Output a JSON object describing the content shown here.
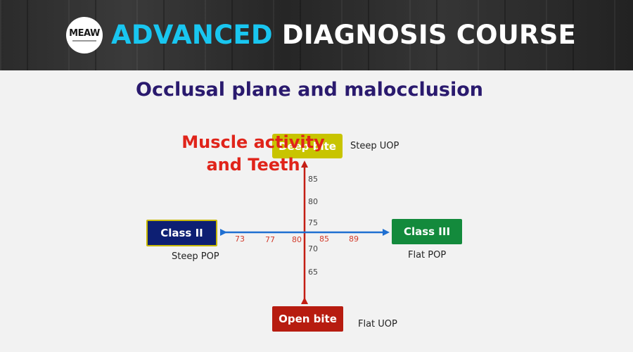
{
  "header": {
    "logo_text": "MEAW",
    "title_accent": "ADVANCED",
    "title_rest": " DIAGNOSIS COURSE"
  },
  "slide": {
    "title": "Occlusal plane and malocclusion",
    "overlay_line1": "Muscle activity",
    "overlay_line2": "and Teeth"
  },
  "boxes": {
    "deep_bite": "Deep bite",
    "open_bite": "Open bite",
    "class2": "Class II",
    "class3": "Class III"
  },
  "labels": {
    "steep_uop": "Steep UOP",
    "flat_uop": "Flat UOP",
    "steep_pop": "Steep POP",
    "flat_pop": "Flat POP"
  },
  "vertical_ticks": [
    "85",
    "80",
    "75",
    "70",
    "65"
  ],
  "horizontal_ticks": [
    "73",
    "77",
    "80",
    "85",
    "89"
  ],
  "colors": {
    "accent": "#19c6f0",
    "title": "#2a1a6e",
    "vertical_arrow": "#c41e14",
    "horizontal_arrow": "#1f6fd1",
    "overlay": "#e0241a"
  }
}
